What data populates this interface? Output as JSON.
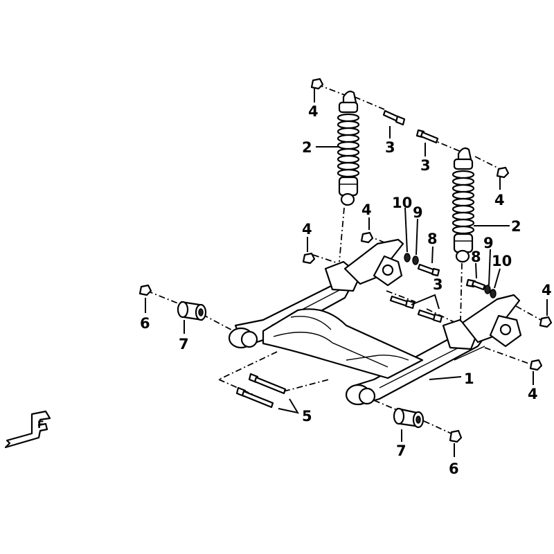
{
  "callouts": [
    "1",
    "2",
    "3",
    "4",
    "5",
    "6",
    "7",
    "8",
    "9",
    "10"
  ],
  "front_marker": "F",
  "colors": {
    "line": "#000000",
    "background": "#ffffff"
  }
}
